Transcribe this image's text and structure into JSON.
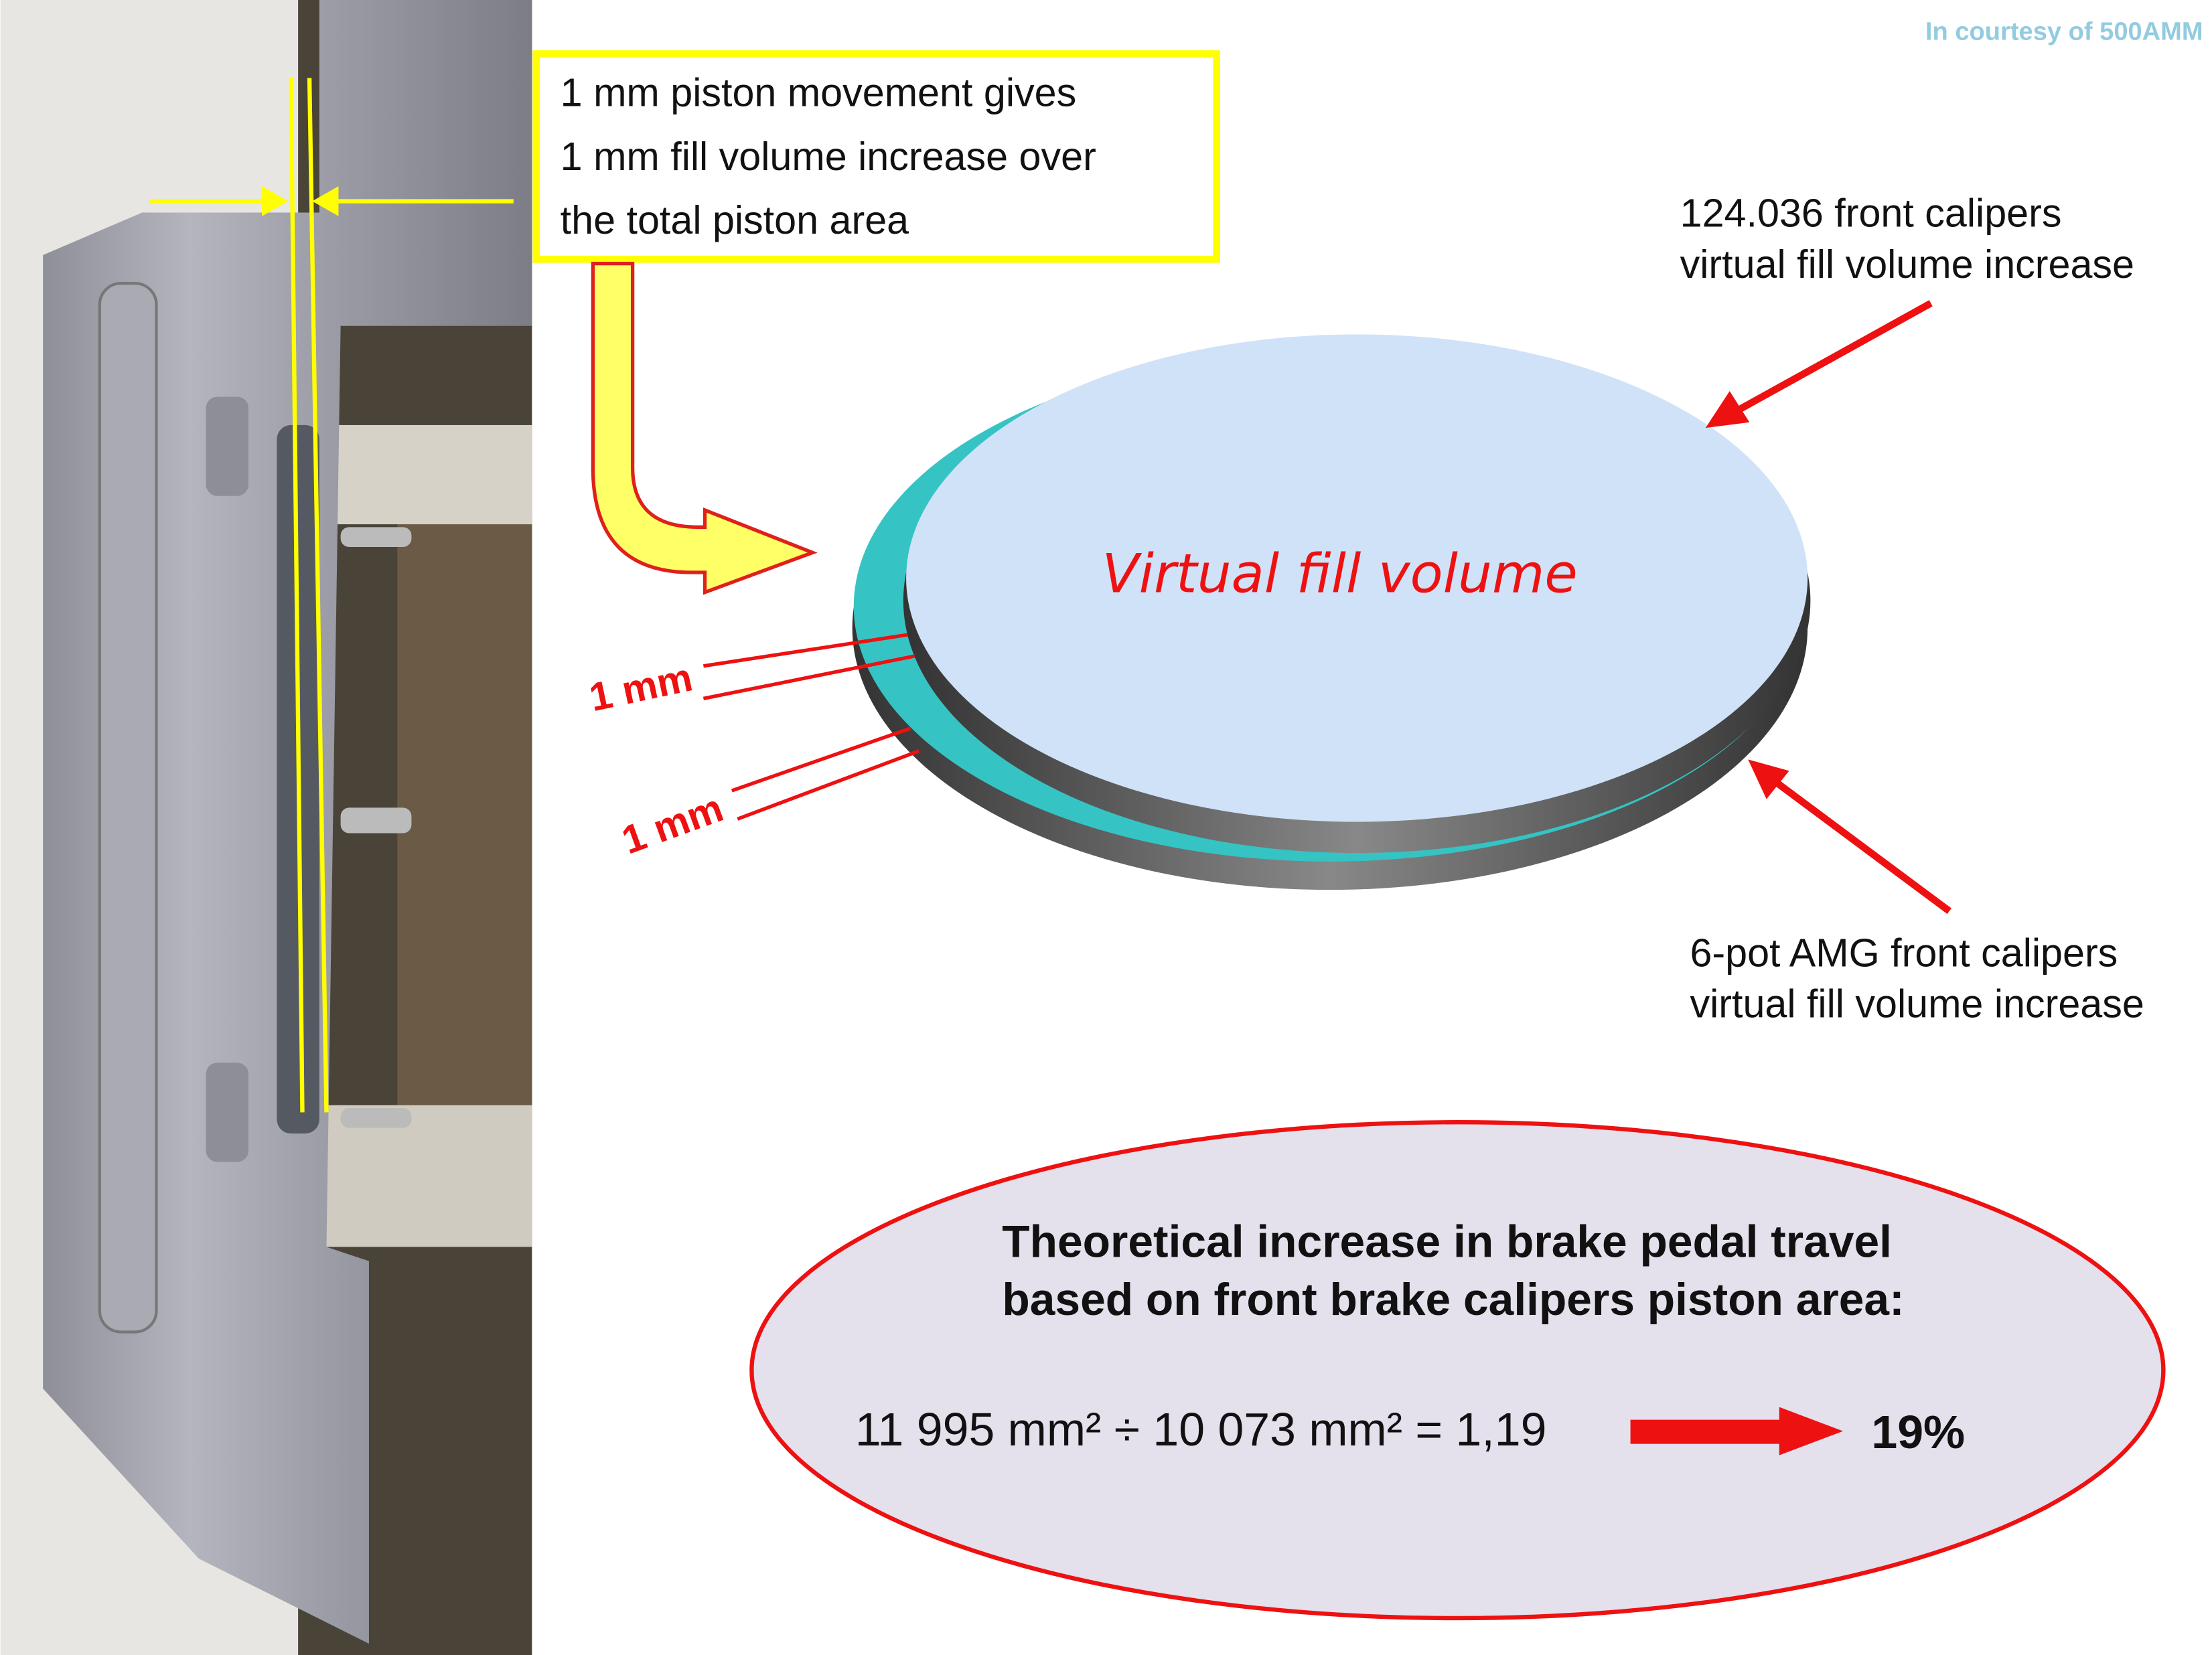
{
  "credit": "In courtesy of 500AMM",
  "callout_box": {
    "lines": [
      "1 mm piston movement gives",
      "1 mm fill volume increase over",
      "the total piston area"
    ]
  },
  "disc": {
    "label": "Virtual fill volume",
    "thickness_labels": [
      "1 mm",
      "1 mm"
    ]
  },
  "annotation_top": {
    "lines": [
      "124.036 front calipers",
      "virtual fill volume increase"
    ]
  },
  "annotation_bottom": {
    "lines": [
      "6-pot AMG front calipers",
      "virtual fill volume increase"
    ]
  },
  "result": {
    "heading": [
      "Theoretical  increase in brake pedal travel",
      "based on front brake calipers piston area:"
    ],
    "formula": "11 995 mm² ÷ 10 073 mm² = 1,19",
    "percent": "19%"
  },
  "colors": {
    "yellow": "#ffff00",
    "red": "#ee1111",
    "disc_top": "#cfe2f8",
    "disc_teal": "#36c3c3",
    "ellipse_fill": "#e4e0ec",
    "credit": "#93cbe0"
  }
}
